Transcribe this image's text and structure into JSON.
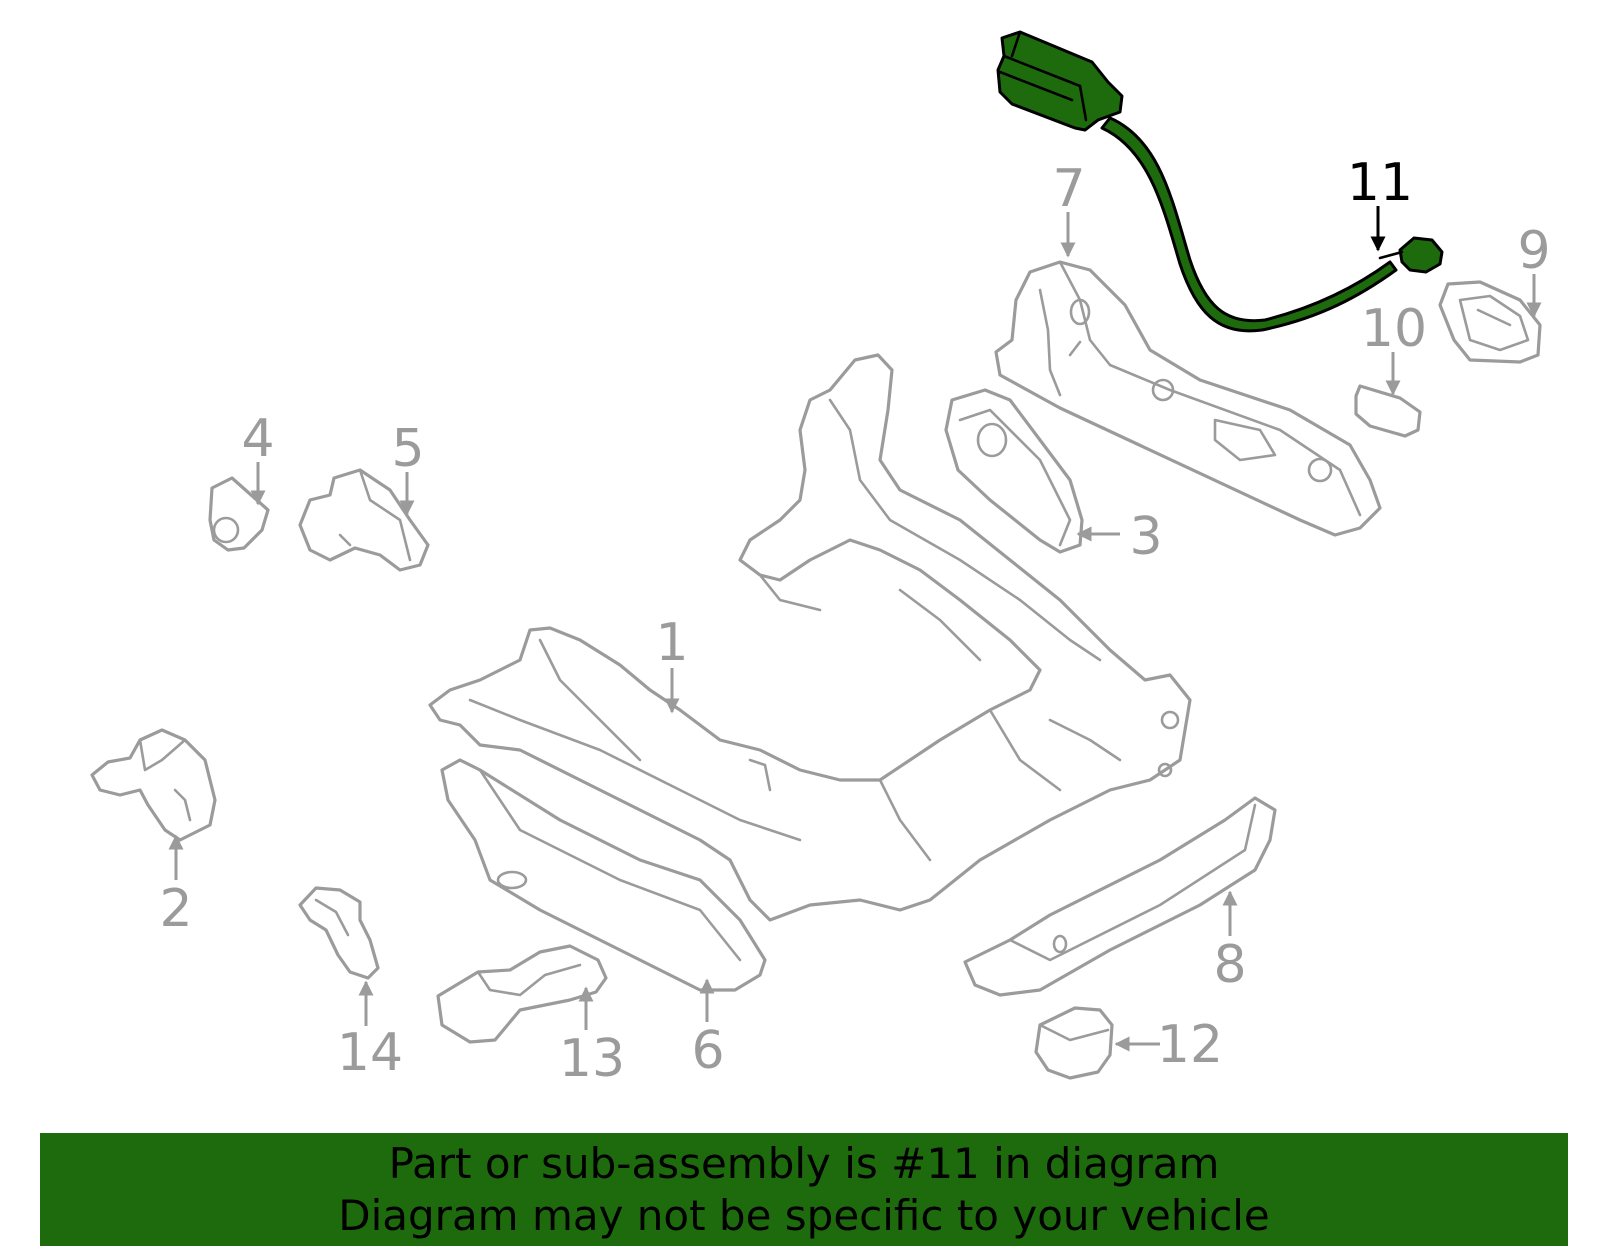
{
  "diagram": {
    "highlight_color": "#1e6b0e",
    "part_color": "#9b9b9b",
    "highlighted_part": "11",
    "callouts": [
      {
        "id": "1",
        "label": "1"
      },
      {
        "id": "2",
        "label": "2"
      },
      {
        "id": "3",
        "label": "3"
      },
      {
        "id": "4",
        "label": "4"
      },
      {
        "id": "5",
        "label": "5"
      },
      {
        "id": "6",
        "label": "6"
      },
      {
        "id": "7",
        "label": "7"
      },
      {
        "id": "8",
        "label": "8"
      },
      {
        "id": "9",
        "label": "9"
      },
      {
        "id": "10",
        "label": "10"
      },
      {
        "id": "11",
        "label": "11"
      },
      {
        "id": "12",
        "label": "12"
      },
      {
        "id": "13",
        "label": "13"
      },
      {
        "id": "14",
        "label": "14"
      }
    ]
  },
  "banner": {
    "line1": "Part or sub-assembly is #11 in diagram",
    "line2": "Diagram may not be specific to your vehicle",
    "background": "#1e6b0e"
  }
}
